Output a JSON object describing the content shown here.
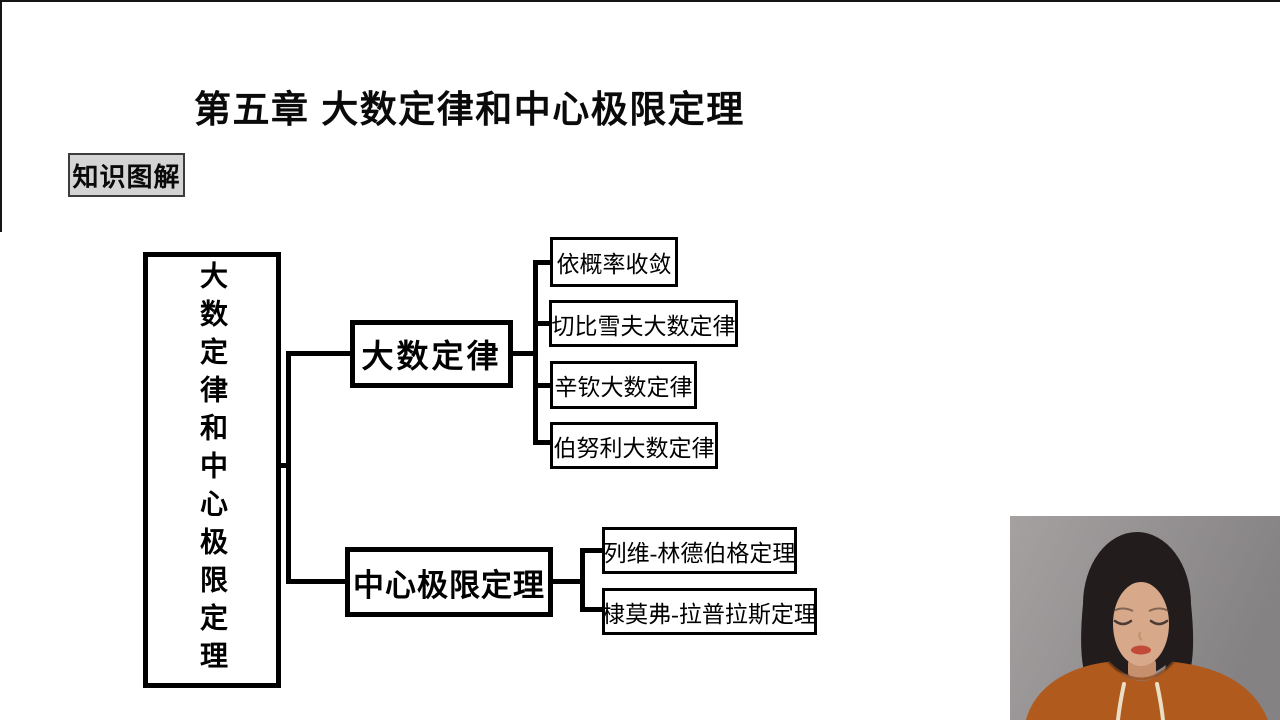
{
  "colors": {
    "ink": "#000000",
    "slide_bg": "#ffffff",
    "badge_bg": "#d4d4d4",
    "webcam_bg_left": "#a19d9d",
    "webcam_bg_right": "#868385",
    "hoodie": "#b05a1e",
    "hair": "#221d1c",
    "skin": "#d8a88a"
  },
  "header": {
    "title": "第五章 大数定律和中心极限定理"
  },
  "section": {
    "label": "知识图解"
  },
  "diagram": {
    "root": {
      "label": "大数定律和中心极限定理"
    },
    "branches": [
      {
        "label": "大数定律",
        "children": [
          {
            "label": "依概率收敛"
          },
          {
            "label": "切比雪夫大数定律"
          },
          {
            "label": "辛钦大数定律"
          },
          {
            "label": "伯努利大数定律"
          }
        ]
      },
      {
        "label": "中心极限定理",
        "children": [
          {
            "label": "列维-林德伯格定理"
          },
          {
            "label": "棣莫弗-拉普拉斯定理"
          }
        ]
      }
    ]
  }
}
